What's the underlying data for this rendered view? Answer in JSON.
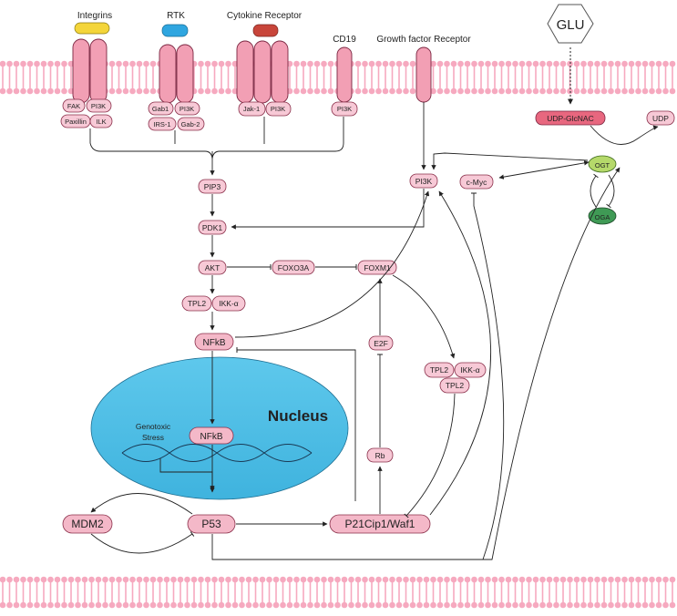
{
  "membrane": {
    "color": "#f6a9bf"
  },
  "receptors": {
    "integrins": "Integrins",
    "rtk": "RTK",
    "cytokine": "Cytokine Receptor",
    "cd19": "CD19",
    "gfr": "Growth factor Receptor"
  },
  "adaptors": {
    "fak": "FAK",
    "pi3k_a": "PI3K",
    "paxillin": "Paxillin",
    "ilk": "ILK",
    "gab1": "Gab1",
    "pi3k_b": "PI3K",
    "irs1": "IRS-1",
    "gab2": "Gab-2",
    "jak1": "Jak-1",
    "pi3k_c": "PI3K",
    "pi3k_d": "PI3K"
  },
  "nodes": {
    "glu": "GLU",
    "udp_glcnac": "UDP-GlcNAC",
    "udp": "UDP",
    "ogt": "OGT",
    "oga": "OGA",
    "pi3k": "PI3K",
    "cmyc": "c-Myc",
    "pip3": "PIP3",
    "pdk1": "PDK1",
    "akt": "AKT",
    "foxo3a": "FOXO3A",
    "foxm1": "FOXM1",
    "tpl2": "TPL2",
    "ikka": "IKK-α",
    "nfkb": "NFkB",
    "e2f": "E2F",
    "tpl2_b": "TPL2",
    "ikka_b": "IKK-α",
    "tpl2_c": "TPL2",
    "rb": "Rb",
    "nucleus": "Nucleus",
    "nfkb_nuc": "NFkB",
    "genotoxic_1": "Genotoxic",
    "genotoxic_2": "Stress",
    "mdm2": "MDM2",
    "p53": "P53",
    "p21": "P21Cip1/Waf1"
  },
  "colors": {
    "pill": "#f7c9d6",
    "receptor": "#f29fb4",
    "nucleus": "#49bde6",
    "ogt": "#b5d96a",
    "oga": "#3f9a55",
    "integrin_cap": "#f4d53a",
    "rtk_cap": "#2fa6e0",
    "cytokine_cap": "#c8453a"
  }
}
